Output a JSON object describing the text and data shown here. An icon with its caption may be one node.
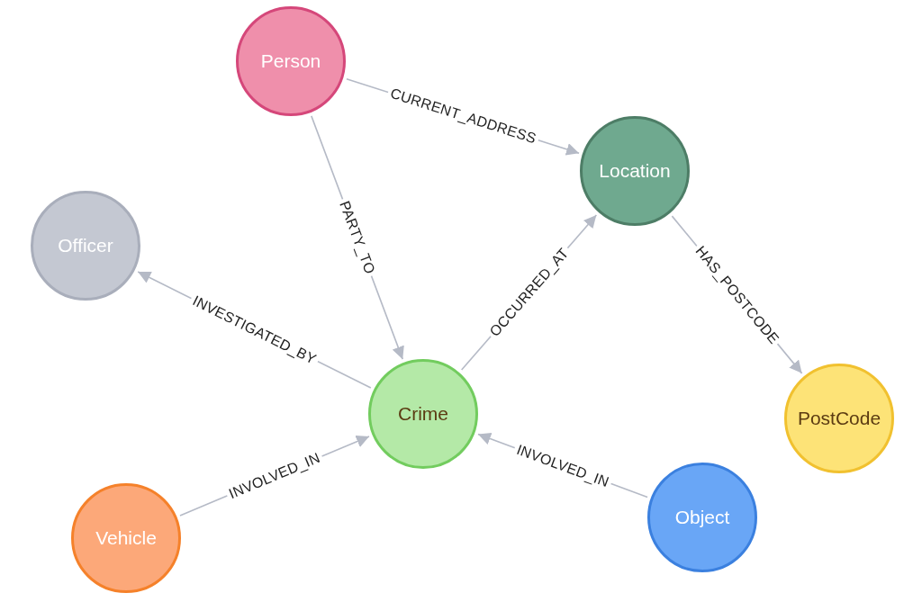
{
  "diagram": {
    "nodes": [
      {
        "text": [
          "Person"
        ]
      },
      {
        "text": [
          "Location"
        ]
      },
      {
        "text": [
          "Officer"
        ]
      },
      {
        "text": [
          "Crime"
        ]
      },
      {
        "text": [
          "PostCode"
        ]
      },
      {
        "text": [
          "Vehicle"
        ]
      },
      {
        "text": [
          "Object"
        ]
      }
    ],
    "edges": [
      {
        "from": 0,
        "to": 1,
        "arrow": "to",
        "label": "CURRENT_ADDRESS"
      },
      {
        "from": 0,
        "to": 3,
        "arrow": "to",
        "label": "PARTY_TO"
      },
      {
        "from": 3,
        "to": 2,
        "arrow": "to",
        "label": "INVESTIGATED_BY"
      },
      {
        "from": 3,
        "to": 1,
        "arrow": "to",
        "label": "OCCURRED_AT"
      },
      {
        "from": 1,
        "to": 4,
        "arrow": "to",
        "label": "HAS_POSTCODE"
      },
      {
        "from": 5,
        "to": 3,
        "arrow": "to",
        "label": "INVOLVED_IN"
      },
      {
        "from": 6,
        "to": 3,
        "arrow": "to",
        "label": "INVOLVED_IN"
      }
    ]
  }
}
